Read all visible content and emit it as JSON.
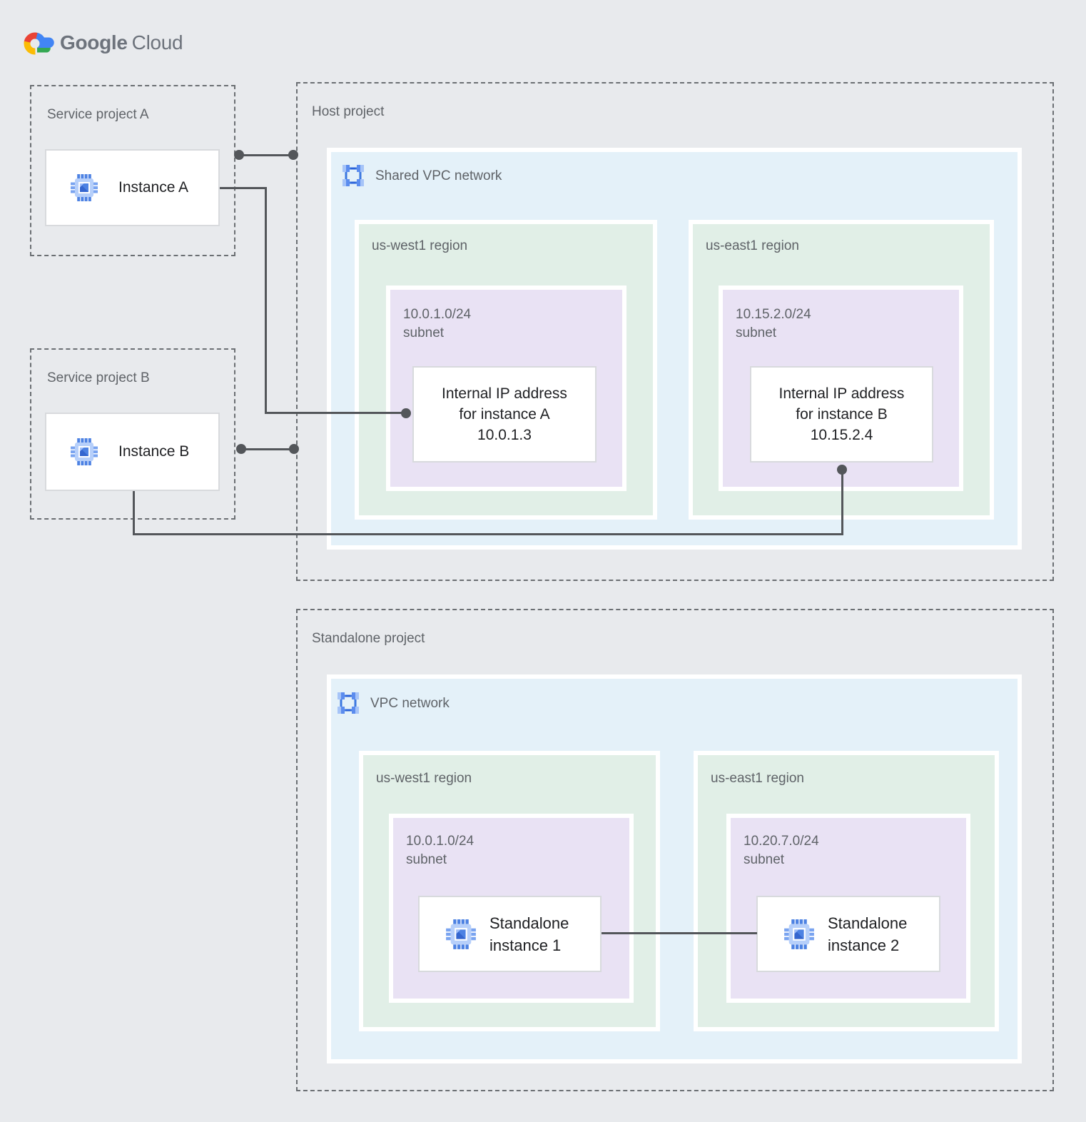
{
  "logo": {
    "part1": "Google",
    "part2": "Cloud"
  },
  "service_project_a": {
    "title": "Service project A",
    "instance_label": "Instance A"
  },
  "service_project_b": {
    "title": "Service project B",
    "instance_label": "Instance B"
  },
  "host_project": {
    "title": "Host project",
    "network_label": "Shared VPC network",
    "regions": [
      {
        "name": "us-west1 region",
        "subnet_cidr": "10.0.1.0/24",
        "subnet_word": "subnet",
        "ip_card": {
          "line1": "Internal IP address",
          "line2": "for instance A",
          "line3": "10.0.1.3"
        }
      },
      {
        "name": "us-east1 region",
        "subnet_cidr": "10.15.2.0/24",
        "subnet_word": "subnet",
        "ip_card": {
          "line1": "Internal IP address",
          "line2": "for instance B",
          "line3": "10.15.2.4"
        }
      }
    ]
  },
  "standalone_project": {
    "title": "Standalone project",
    "network_label": "VPC network",
    "regions": [
      {
        "name": "us-west1 region",
        "subnet_cidr": "10.0.1.0/24",
        "subnet_word": "subnet",
        "instance": {
          "line1": "Standalone",
          "line2": "instance 1"
        }
      },
      {
        "name": "us-east1 region",
        "subnet_cidr": "10.20.7.0/24",
        "subnet_word": "subnet",
        "instance": {
          "line1": "Standalone",
          "line2": "instance 2"
        }
      }
    ]
  },
  "colors": {
    "background": "#e8eaed",
    "network_blue": "#e4f1f9",
    "region_green": "#e1efe7",
    "subnet_purple": "#e9e2f4",
    "icon_blue": "#4d82e3",
    "icon_blue_light": "#b6cffa",
    "connector_gray": "#53565a",
    "label_gray": "#5f6368",
    "text_dark": "#202124"
  }
}
